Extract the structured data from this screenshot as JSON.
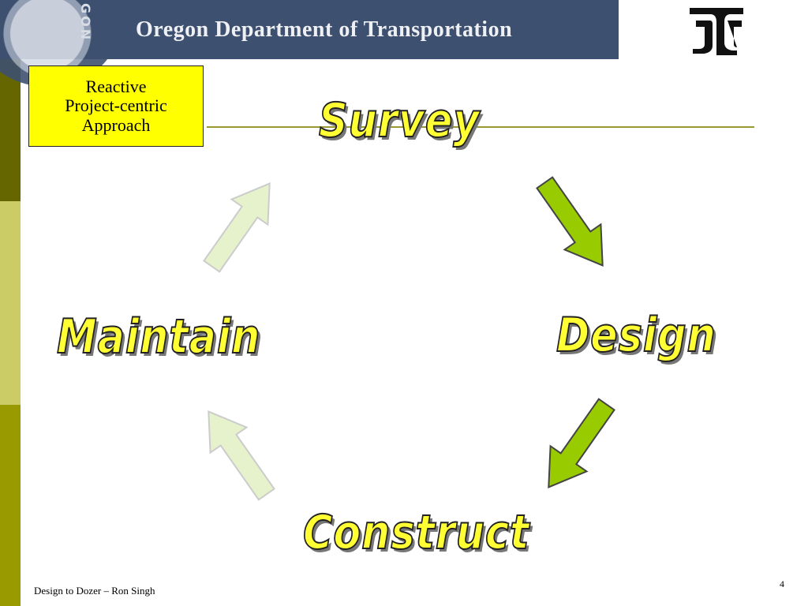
{
  "header": {
    "title": "Oregon Department of Transportation",
    "seal_text": "GON",
    "seal_icon": "oregon-state-seal",
    "logo_icon": "odot-logo",
    "band_color": "#3e5070"
  },
  "label_box": {
    "lines": [
      "Reactive",
      "Project-centric",
      "Approach"
    ],
    "background": "#ffff00"
  },
  "cycle": {
    "phases": {
      "survey": "Survey",
      "design": "Design",
      "construct": "Construct",
      "maintain": "Maintain"
    },
    "arrow_colors": {
      "active": "#99cc00",
      "faded": "#e6f2cc"
    }
  },
  "footer": {
    "text": "Design to Dozer – Ron Singh",
    "page_number": "4"
  }
}
